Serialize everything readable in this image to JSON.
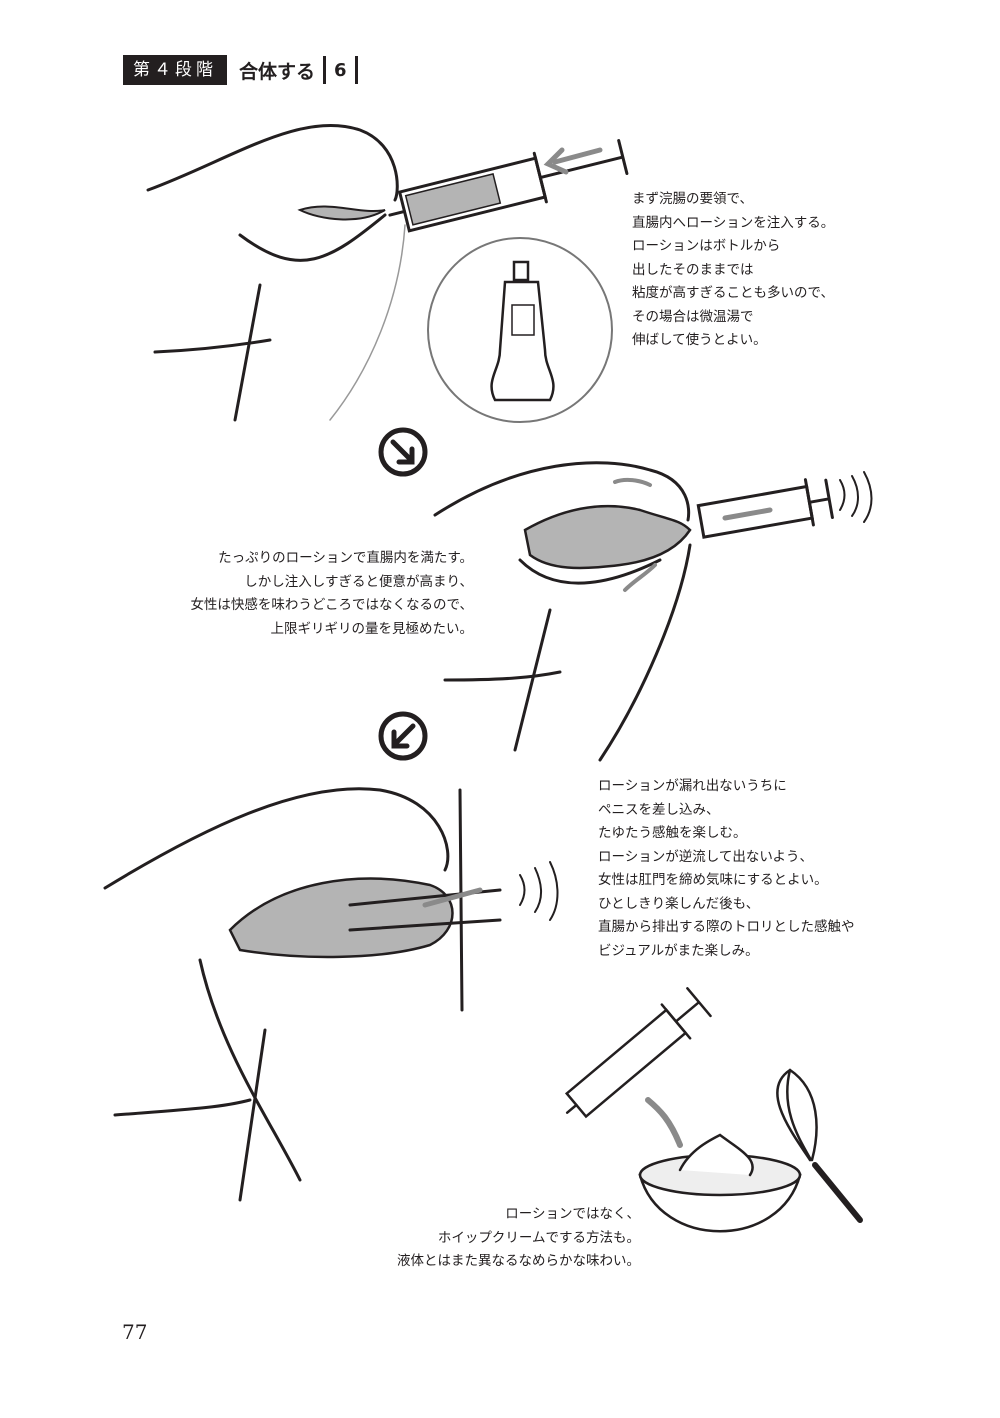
{
  "header": {
    "stage": "第４段階",
    "title": "合体する",
    "number": "6"
  },
  "captions": {
    "step1": [
      "まず浣腸の要領で、",
      "直腸内へローションを注入する。",
      "ローションはボトルから",
      "出したそのままでは",
      "粘度が高すぎることも多いので、",
      "その場合は微温湯で",
      "伸ばして使うとよい。"
    ],
    "step2": [
      "たっぷりのローションで直腸内を満たす。",
      "しかし注入しすぎると便意が高まり、",
      "女性は快感を味わうどころではなくなるので、",
      "上限ギリギリの量を見極めたい。"
    ],
    "step3": [
      "ローションが漏れ出ないうちに",
      "ペニスを差し込み、",
      "たゆたう感触を楽しむ。",
      "ローションが逆流して出ないよう、",
      "女性は肛門を締め気味にするとよい。",
      "ひとしきり楽しんだ後も、",
      "直腸から排出する際のトロリとした感触や",
      "ビジュアルがまた楽しみ。"
    ],
    "tip": [
      "ローションではなく、",
      "ホイップクリームでする方法も。",
      "液体とはまた異なるなめらかな味わい。"
    ]
  },
  "page_number": "77",
  "colors": {
    "ink": "#231f20",
    "fill": "#b4b4b4",
    "arrow": "#8a8a8a"
  }
}
